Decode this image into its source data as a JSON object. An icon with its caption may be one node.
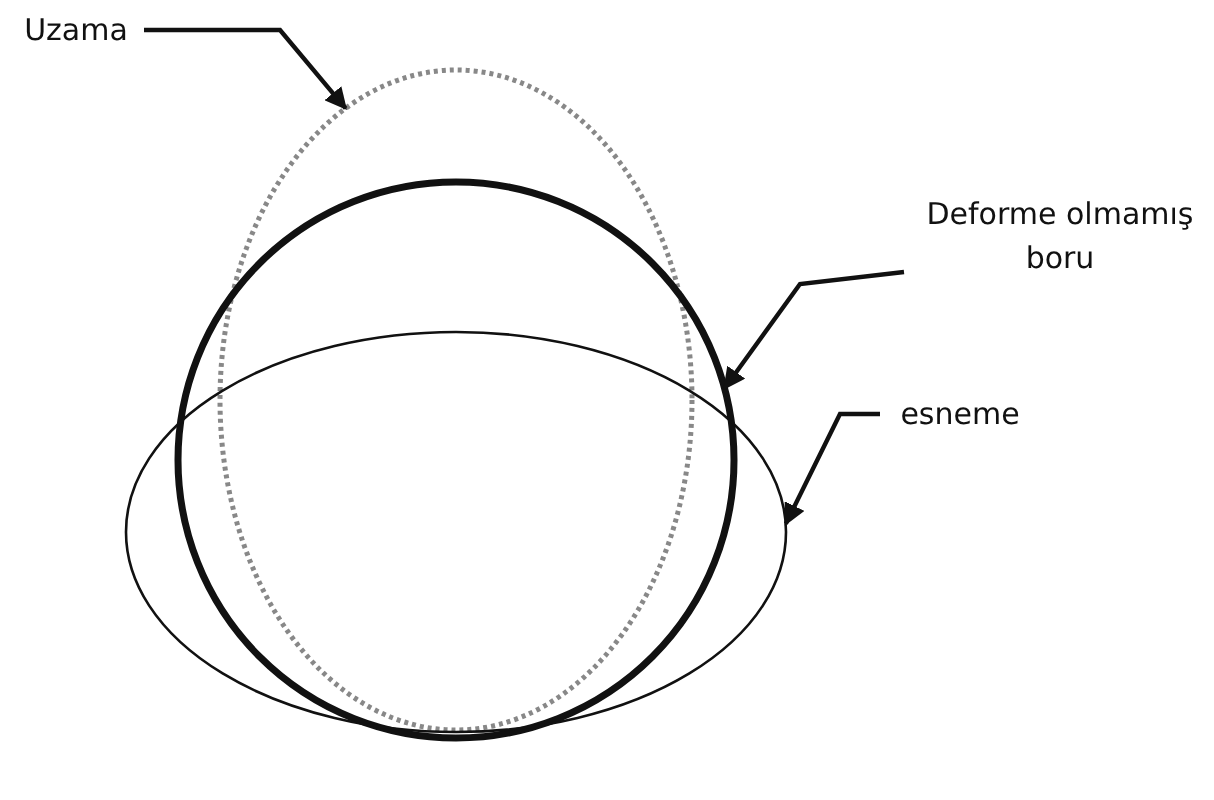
{
  "diagram": {
    "nodes": [
      {
        "text": [
          "Uzama"
        ]
      },
      {
        "text": [],
        "shape": "ellipse"
      },
      {
        "text": [
          "Deforme olmamış boru"
        ]
      },
      {
        "text": [],
        "shape": "circle"
      },
      {
        "text": [
          "esneme"
        ]
      },
      {
        "text": [],
        "shape": "ellipse"
      }
    ],
    "edges": [
      {
        "from": 0,
        "to": 1,
        "arrow": "to"
      },
      {
        "from": 2,
        "to": 3,
        "arrow": "to"
      },
      {
        "from": 4,
        "to": 5,
        "arrow": "to"
      }
    ]
  }
}
